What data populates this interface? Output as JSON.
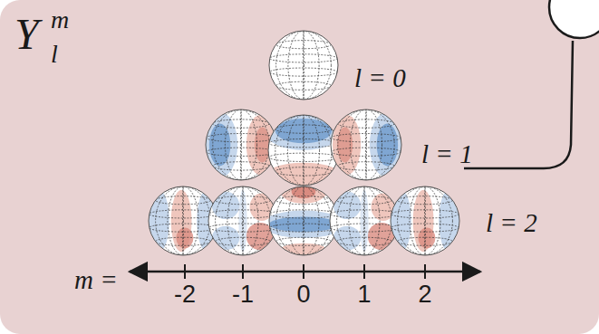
{
  "diagram": {
    "labels": [
      "Y",
      "m",
      "l",
      "l = 0",
      "l = 1",
      "l = 2",
      "m =",
      "-2",
      "-1",
      "0",
      "1",
      "2"
    ]
  }
}
